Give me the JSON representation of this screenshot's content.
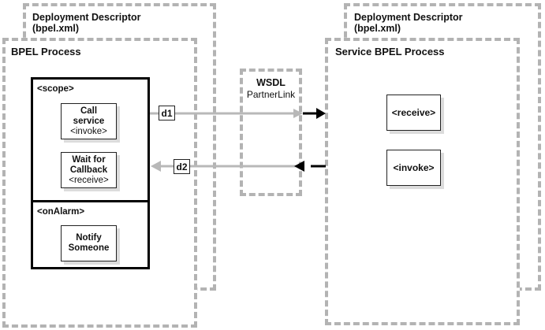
{
  "left": {
    "deployment_descriptor": {
      "title": "Deployment Descriptor",
      "file": "(bpel.xml)"
    },
    "process": {
      "title": "BPEL Process"
    },
    "scope": {
      "label": "<scope>",
      "activities": [
        {
          "line1": "Call",
          "line2": "service",
          "line3": "<invoke>"
        },
        {
          "line1": "Wait for",
          "line2": "Callback",
          "line3": "<receive>"
        }
      ]
    },
    "on_alarm": {
      "label": "<onAlarm>",
      "activity": {
        "line1": "Notify",
        "line2": "Someone"
      }
    }
  },
  "middle": {
    "wsdl": {
      "title": "WSDL",
      "subtitle": "PartnerLink"
    },
    "messages": [
      {
        "label": "d1",
        "direction": "outbound"
      },
      {
        "label": "d2",
        "direction": "inbound"
      }
    ]
  },
  "right": {
    "deployment_descriptor": {
      "title": "Deployment Descriptor",
      "file": "(bpel.xml)"
    },
    "process": {
      "title": "Service BPEL Process"
    },
    "activities": [
      {
        "label": "<receive>"
      },
      {
        "label": "<invoke>"
      }
    ]
  },
  "colors": {
    "dashed_border": "#b3b3b3",
    "gray_arrow": "#b8b8b8",
    "black_arrow": "#000000"
  }
}
